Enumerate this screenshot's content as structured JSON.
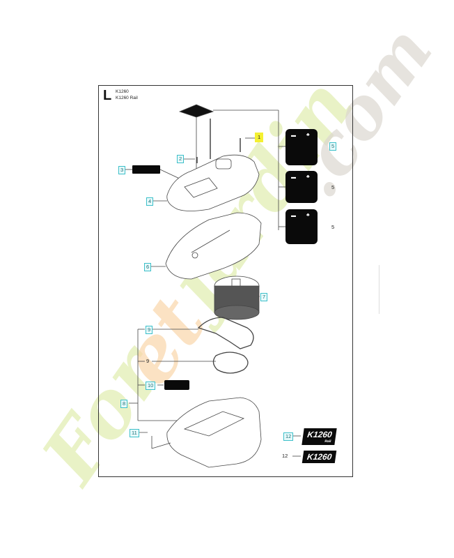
{
  "diagram": {
    "section_letter": "L",
    "models": [
      "K1260",
      "K1260 Rail"
    ],
    "callouts": [
      {
        "id": "1",
        "label": "1",
        "style": "highlight"
      },
      {
        "id": "2",
        "label": "2",
        "style": "boxed"
      },
      {
        "id": "3",
        "label": "3",
        "style": "boxed"
      },
      {
        "id": "4",
        "label": "4",
        "style": "boxed"
      },
      {
        "id": "5a",
        "label": "5",
        "style": "boxed"
      },
      {
        "id": "5b",
        "label": "5",
        "style": "plain"
      },
      {
        "id": "5c",
        "label": "5",
        "style": "plain"
      },
      {
        "id": "6",
        "label": "6",
        "style": "boxed"
      },
      {
        "id": "7",
        "label": "7",
        "style": "boxed"
      },
      {
        "id": "8",
        "label": "8",
        "style": "boxed"
      },
      {
        "id": "9a",
        "label": "9",
        "style": "boxed"
      },
      {
        "id": "9b",
        "label": "9",
        "style": "plain"
      },
      {
        "id": "10",
        "label": "10",
        "style": "boxed"
      },
      {
        "id": "11",
        "label": "11",
        "style": "boxed"
      },
      {
        "id": "12a",
        "label": "12",
        "style": "boxed"
      },
      {
        "id": "12b",
        "label": "12",
        "style": "plain"
      }
    ],
    "parts": [
      "top-warning-decal",
      "screw",
      "screw-small",
      "label-plate",
      "cylinder-cover",
      "air-filter-cover",
      "air-filter",
      "gasket-upper",
      "gasket-lower",
      "rating-label",
      "filter-housing-base",
      "screw-base",
      "decal-set-1",
      "decal-set-2",
      "decal-set-3"
    ],
    "badges": [
      {
        "text": "K1260",
        "sub": "Rail"
      },
      {
        "text": "K1260",
        "sub": ""
      }
    ]
  },
  "watermark": {
    "text_part1": "Foret",
    "text_part2": "jardin",
    "text_part3": ".com",
    "colors": {
      "green": "#b9d44a",
      "orange": "#f4a640",
      "grey": "#b9b0a3"
    }
  }
}
